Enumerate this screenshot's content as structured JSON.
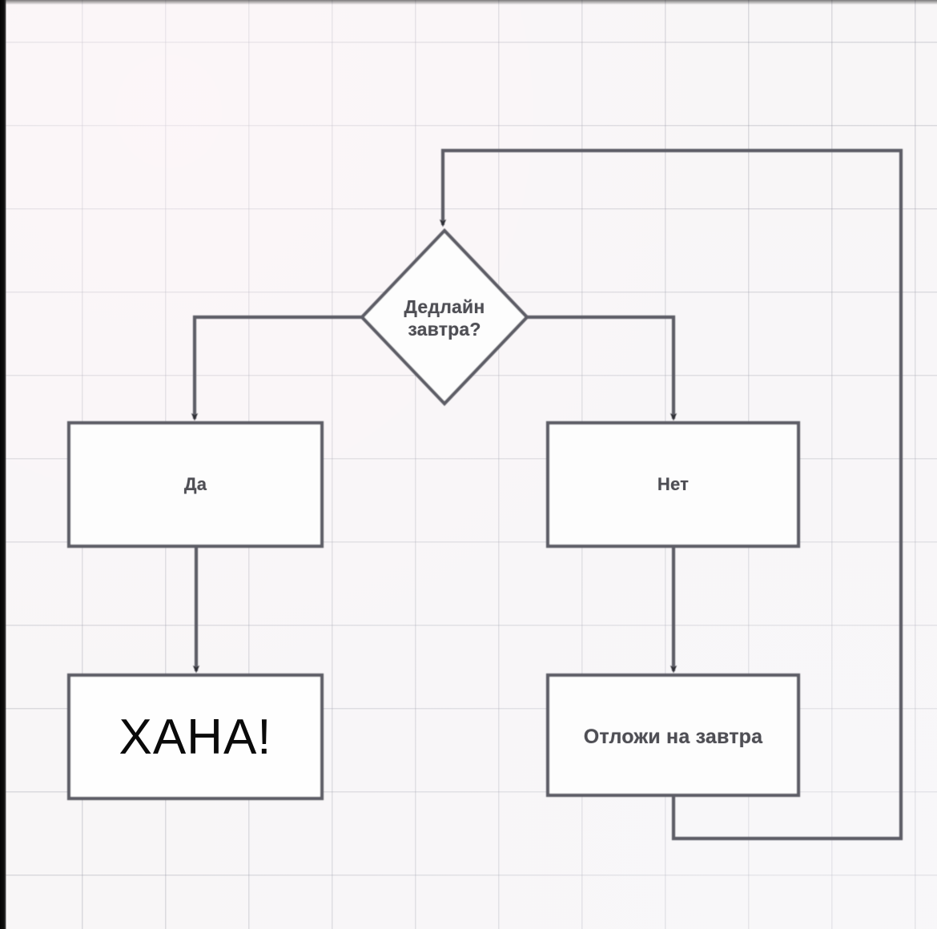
{
  "image": {
    "kind": "photo-of-printed-flowchart",
    "background": "graph-paper",
    "language": "ru"
  },
  "palette": {
    "paper": "#f8f6f7",
    "grid_line": "#9696a5",
    "stroke": "#5d5d66",
    "scan_text": "#4e4e54",
    "overlay_text": "#0a0a0a",
    "photo_edge": "#050505"
  },
  "flowchart": {
    "decision": {
      "shape": "diamond",
      "line1": "Дедлайн",
      "line2": "завтра?",
      "text": "Дедлайн завтра?"
    },
    "nodes": [
      {
        "id": "yes",
        "shape": "rectangle",
        "label": "Да"
      },
      {
        "id": "no",
        "shape": "rectangle",
        "label": "Нет"
      },
      {
        "id": "hana",
        "shape": "rectangle",
        "label": "ХАНА!"
      },
      {
        "id": "postpone",
        "shape": "rectangle",
        "label": "Отложи на завтра"
      }
    ],
    "edges": [
      {
        "from": "decision",
        "to": "yes",
        "side": "left",
        "arrow": true
      },
      {
        "from": "decision",
        "to": "no",
        "side": "right",
        "arrow": true
      },
      {
        "from": "yes",
        "to": "hana",
        "side": "bottom",
        "arrow": true
      },
      {
        "from": "no",
        "to": "postpone",
        "side": "bottom",
        "arrow": true
      },
      {
        "from": "postpone",
        "to": "decision",
        "side": "loop",
        "arrow": true
      }
    ]
  }
}
